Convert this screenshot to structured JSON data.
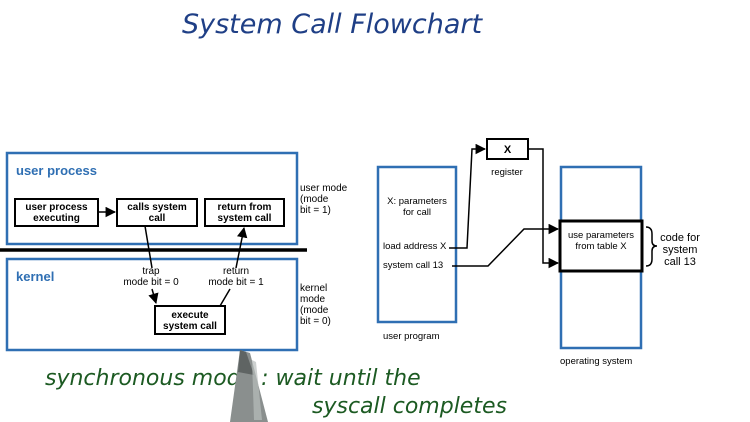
{
  "title": "System Call Flowchart",
  "colors": {
    "title_ink": "#1f3f86",
    "box_blue": "#2f6fb3",
    "label_blue": "#2f6fb3",
    "note_ink": "#1c5a22",
    "line": "#000000",
    "pen_body": "#8a8f8e"
  },
  "left": {
    "user_process": {
      "label": "user process",
      "box1": [
        "user process",
        "executing"
      ],
      "box2": [
        "calls system",
        "call"
      ],
      "box3": [
        "return from",
        "system call"
      ]
    },
    "kernel": {
      "label": "kernel",
      "trap": [
        "trap",
        "mode bit = 0"
      ],
      "return": [
        "return",
        "mode bit = 1"
      ],
      "execute": [
        "execute",
        "system call"
      ]
    },
    "user_mode": [
      "user mode",
      "(mode",
      "bit = 1)"
    ],
    "kernel_mode": [
      "kernel",
      "mode",
      "(mode",
      "bit = 0)"
    ]
  },
  "right": {
    "user_program": {
      "caption": "user program",
      "params": [
        "X: parameters",
        "for call"
      ],
      "load": "load address X",
      "syscall": "system call 13"
    },
    "register": {
      "value": "X",
      "caption": "register"
    },
    "os": {
      "caption": "operating system",
      "inner": [
        "use parameters",
        "from table X"
      ]
    },
    "code_for": [
      "code for",
      "system",
      "call 13"
    ]
  },
  "note": [
    "synchronous mode : wait until the",
    "syscall completes"
  ],
  "icons": {
    "pen": "pen-tip-icon"
  }
}
